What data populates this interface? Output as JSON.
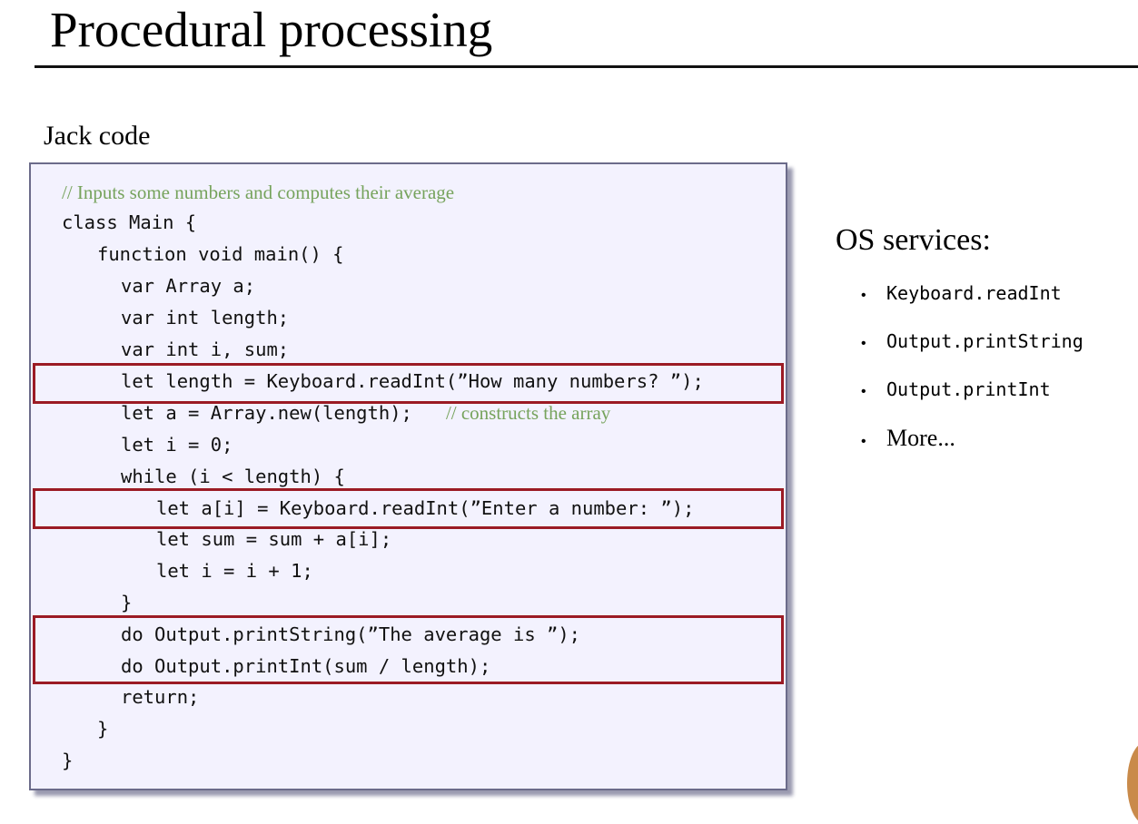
{
  "title": "Procedural processing",
  "section_label": "Jack code",
  "code": {
    "comment_top": "// Inputs some numbers and computes their average",
    "line_class": "class Main {",
    "line_function": "function void main() {",
    "line_var_array": "var Array a;",
    "line_var_length": "var int length;",
    "line_var_i_sum": "var int i, sum;",
    "line_let_length": "let length = Keyboard.readInt(”How many numbers? ”);",
    "line_let_a": "let a = Array.new(length);",
    "comment_array": "// constructs the array",
    "line_let_i0": "let i = 0;",
    "line_while": "while (i < length) {",
    "line_let_ai": "let a[i] = Keyboard.readInt(”Enter a number: ”);",
    "line_let_sum": "let sum = sum + a[i];",
    "line_let_i_inc": "let i = i + 1;",
    "line_close_while": "}",
    "line_print_string": "do Output.printString(”The average is ”);",
    "line_print_int": "do Output.printInt(sum / length);",
    "line_return": "return;",
    "line_close_function": "}",
    "line_close_class": "}"
  },
  "os_services": {
    "title": "OS services:",
    "bullet": "•",
    "items": [
      "Keyboard.readInt",
      "Output.printString",
      "Output.printInt",
      "More..."
    ]
  },
  "colors": {
    "comment": "#76a35c",
    "highlight_border": "#9b1b24",
    "panel_background": "#f3f2fe"
  }
}
